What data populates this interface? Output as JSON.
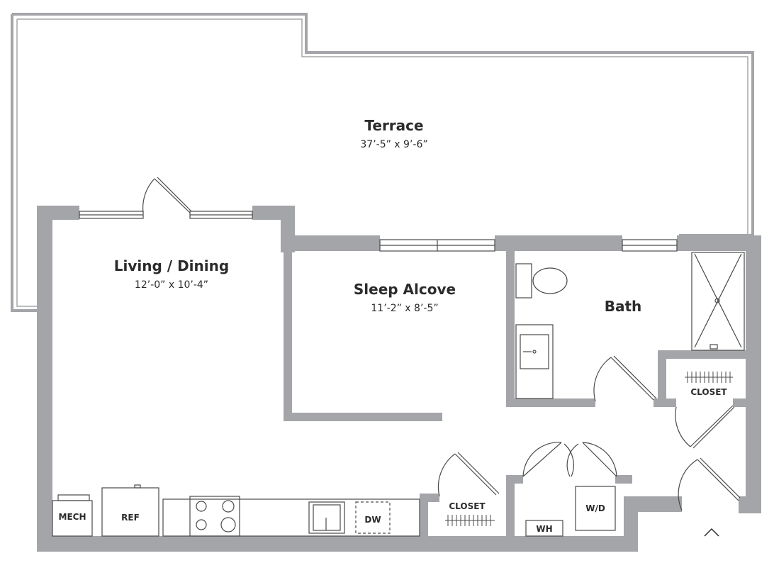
{
  "rooms": {
    "terrace": {
      "name": "Terrace",
      "dims": "37’-5” x 9’-6”"
    },
    "living": {
      "name": "Living / Dining",
      "dims": "12’-0” x 10’-4”"
    },
    "sleep": {
      "name": "Sleep Alcove",
      "dims": "11’-2” x 8’-5”"
    },
    "bath": {
      "name": "Bath"
    }
  },
  "fixtures": {
    "closet_right": "CLOSET",
    "closet_bottom": "CLOSET",
    "mech": "MECH",
    "ref": "REF",
    "dw": "DW",
    "wh": "WH",
    "wd": "W/D"
  },
  "colors": {
    "wall": "#a4a5a8",
    "line": "#4a4a4a",
    "text": "#2b2b2b"
  }
}
